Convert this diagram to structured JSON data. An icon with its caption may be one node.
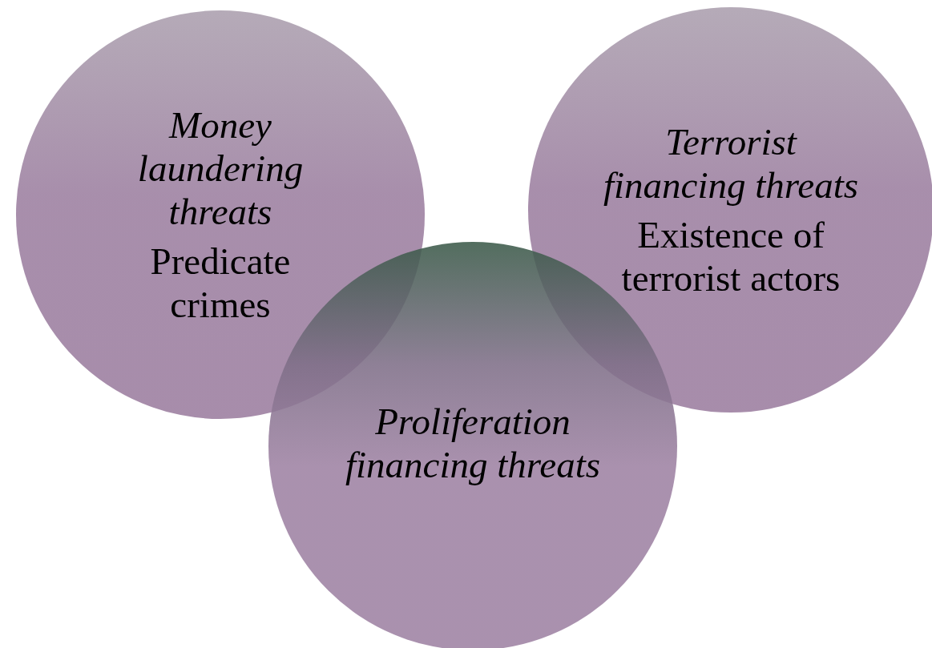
{
  "diagram": {
    "nodes": [
      {
        "text": [
          "Money laundering threats",
          "Predicate crimes"
        ]
      },
      {
        "text": [
          "Terrorist financing threats",
          "Existence of terrorist actors"
        ]
      },
      {
        "text": [
          "Proliferation financing threats"
        ]
      }
    ]
  }
}
